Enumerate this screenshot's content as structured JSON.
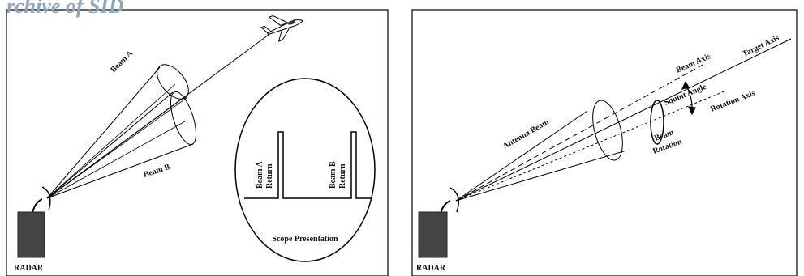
{
  "watermark": "rchive of SID",
  "left_panel": {
    "beam_a": "Beam A",
    "beam_b": "Beam B",
    "scope_title": "Scope Presentation",
    "return_a_line1": "Beam A",
    "return_a_line2": "Return",
    "return_b_line1": "Beam B",
    "return_b_line2": "Return",
    "radar": "RADAR"
  },
  "right_panel": {
    "antenna_beam": "Antenna Beam",
    "beam_axis": "Beam Axis",
    "target_axis": "Target Axis",
    "squint_angle": "Squint Angle",
    "rotation_axis": "Rotation Axis",
    "beam_rotation_line1": "Beam",
    "beam_rotation_line2": "Rotation",
    "radar": "RADAR"
  }
}
